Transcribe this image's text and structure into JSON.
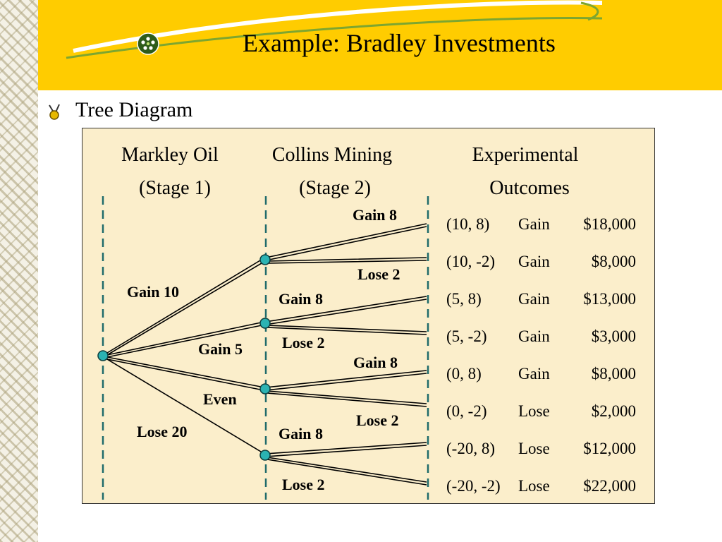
{
  "slide": {
    "title": "Example:  Bradley Investments",
    "bullet": "Tree Diagram"
  },
  "diagram": {
    "headers": {
      "stage1": [
        "Markley Oil",
        "(Stage 1)"
      ],
      "stage2": [
        "Collins Mining",
        "(Stage 2)"
      ],
      "outcomes": [
        "Experimental",
        "Outcomes"
      ]
    },
    "stage1_branches": [
      "Gain 10",
      "Gain 5",
      "Even",
      "Lose 20"
    ],
    "stage2_branches": [
      "Gain 8",
      "Lose 2",
      "Gain 8",
      "Lose 2",
      "Gain 8",
      "Lose 2",
      "Gain 8",
      "Lose 2"
    ],
    "outcomes": [
      {
        "point": "(10, 8)",
        "result": "Gain",
        "amount": "$18,000"
      },
      {
        "point": "(10, -2)",
        "result": "Gain",
        "amount": "$8,000"
      },
      {
        "point": "(5, 8)",
        "result": "Gain",
        "amount": "$13,000"
      },
      {
        "point": "(5, -2)",
        "result": "Gain",
        "amount": "$3,000"
      },
      {
        "point": "(0, 8)",
        "result": "Gain",
        "amount": "$8,000"
      },
      {
        "point": "(0, -2)",
        "result": "Lose",
        "amount": "$2,000"
      },
      {
        "point": "(-20, 8)",
        "result": "Lose",
        "amount": "$12,000"
      },
      {
        "point": "(-20, -2)",
        "result": "Lose",
        "amount": "$22,000"
      }
    ]
  },
  "colors": {
    "title_band": "#ffcc00",
    "diagram_background": "#fbeecb",
    "node": "#2bb3b3",
    "dashed_line": "#1f6b6b"
  }
}
